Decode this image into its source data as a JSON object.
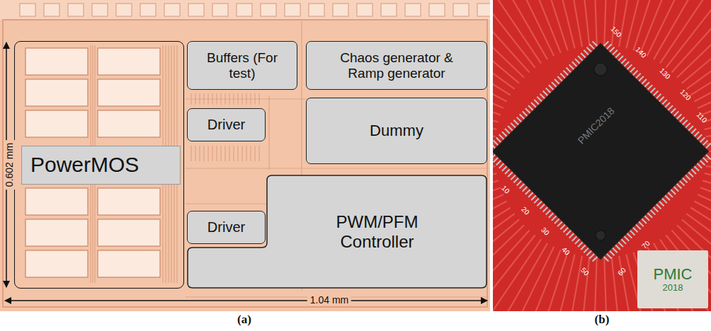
{
  "diagram": {
    "nodes": [
      {
        "text": [
          "PowerMOS"
        ]
      },
      {
        "text": [
          "Buffers (For test)"
        ]
      },
      {
        "text": [
          "Chaos generator & Ramp generator"
        ]
      },
      {
        "text": [
          "Driver"
        ]
      },
      {
        "text": [
          "Dummy"
        ]
      },
      {
        "text": [
          "Driver"
        ]
      },
      {
        "text": [
          "PWM/PFM Controller"
        ]
      },
      {
        "text": [
          "PMIC",
          "2018"
        ]
      }
    ],
    "labels": [
      "0.602 mm",
      "1.04 mm",
      "(a)",
      "(b)",
      "PMIC2018",
      "150",
      "140",
      "130",
      "120",
      "110",
      "10",
      "20",
      "30",
      "40",
      "50",
      "60",
      "70"
    ]
  }
}
